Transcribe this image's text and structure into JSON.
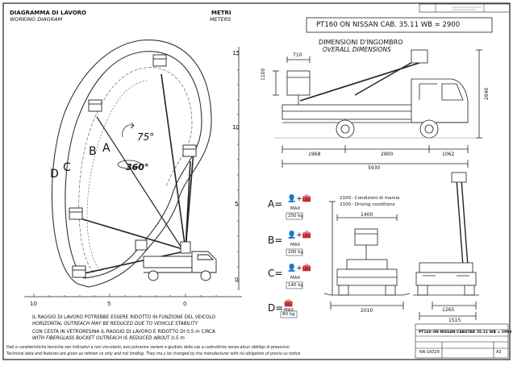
{
  "header": {
    "working_diagram_it": "DIAGRAMMA DI LAVORO",
    "working_diagram_en": "WORKING DIAGRAM",
    "meters_it": "METRI",
    "meters_en": "METERS",
    "model_title": "PT160 ON NISSAN CAB. 35.11 WB = 2900",
    "dimensions_it": "DIMENSIONI D'INGOMBRO",
    "dimensions_en": "OVERALL DIMENSIONS"
  },
  "working_diagram": {
    "y_ticks": [
      "15",
      "10",
      "5",
      "0"
    ],
    "x_ticks": [
      "10",
      "5",
      "0"
    ],
    "envelope_labels": [
      "A",
      "B",
      "C",
      "D"
    ],
    "rotation_vertical": "75°",
    "rotation_turret": "360°"
  },
  "side_view_dims": {
    "top_width": "710",
    "basket_height": "1100",
    "total_height": "2640",
    "front_overhang": "1968",
    "wheelbase": "2900",
    "rear_overhang": "1062",
    "overall_length": "5930"
  },
  "capacity_table": [
    {
      "label": "A=",
      "icons": "👤+🧰",
      "note": "MAX",
      "load": "250 kg"
    },
    {
      "label": "B=",
      "icons": "👤+🧰",
      "note": "MAX",
      "load": "200 kg"
    },
    {
      "label": "C=",
      "icons": "👤+🧰",
      "note": "MAX",
      "load": "140 kg"
    },
    {
      "label": "D=",
      "icons": "🧰",
      "note": "MAX",
      "load": "80 kg"
    }
  ],
  "rear_view_dims": {
    "travel_height_value": "2100",
    "travel_it": "- Condizioni di marcia",
    "travel_en": "- Driving conditions",
    "basket_width": "1400",
    "outrigger_span": "2010",
    "side_width_1": "1265",
    "side_width_2": "1515"
  },
  "notes": {
    "reach_it": "IL RAGGIO DI LAVORO POTREBBE ESSERE RIDOTTO IN FUNZIONE DEL VEICOLO",
    "reach_en": "HORIZONTAL OUTREACH MAY BE REDUCED DUE TO VEHICLE STABILITY",
    "fiberglass_it": "CON CESTA IN VETRORESINA IL RAGGIO DI LAVORO E RIDOTTO DI 0,5 m CIRCA",
    "fiberglass_en": "WITH FIBERGLASS BUCKET OUTREACH IS REDUCED ABOUT 0,5 m",
    "disclaimer_it": "Dati e caratteristiche tecniche son indicativi e non vincolanti, essi potranno variare a giudizio della cas a costruttrice senza alcun obbligo di preavviso",
    "disclaimer_en": "Technical data and features are given as referen ce only and not binding. They ma y be changed by the manufacturer with no  obligation of previo us notice"
  },
  "title_block": {
    "line1": "PT160 ON NISSAN CABSTAR 35.11 WB = 2900",
    "sheet": "A3",
    "code": "NA-16029"
  }
}
